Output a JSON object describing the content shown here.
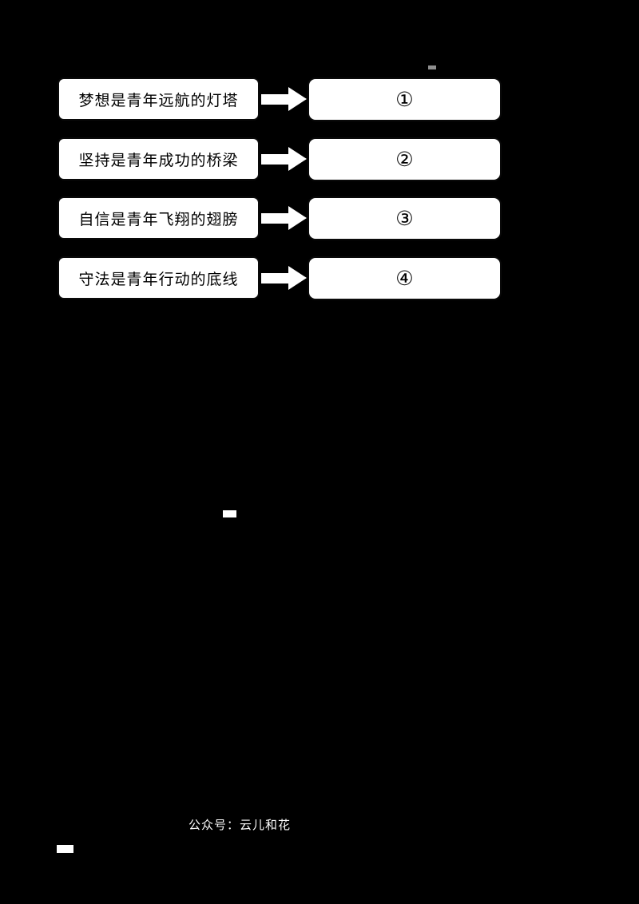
{
  "page": {
    "background_color": "#000000",
    "watermark": "公众号：云儿和花"
  },
  "diagram": {
    "description": "matching-diagram: statements pointing to numbered answer boxes",
    "rows": [
      {
        "label": "梦想是青年远航的灯塔",
        "answer": "①"
      },
      {
        "label": "坚持是青年成功的桥梁",
        "answer": "②"
      },
      {
        "label": "自信是青年飞翔的翅膀",
        "answer": "③"
      },
      {
        "label": "守法是青年行动的底线",
        "answer": "④"
      }
    ]
  }
}
